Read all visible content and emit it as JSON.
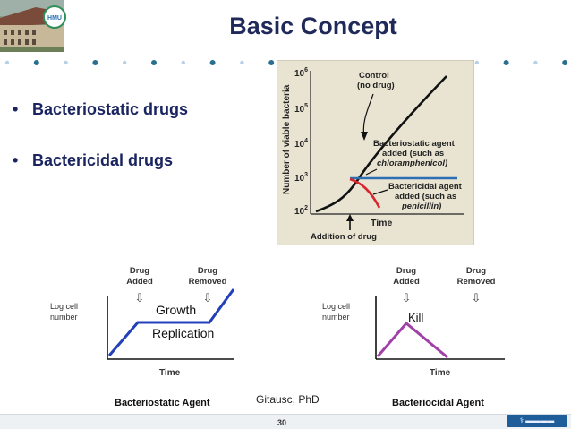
{
  "slide": {
    "title": "Basic Concept",
    "bullets": [
      "Bacteriostatic drugs",
      "Bactericidal drugs"
    ],
    "credit": "Gitausc, PhD",
    "page_number": "30",
    "logo_text": "HMU"
  },
  "figure_top": {
    "ylabel": "Number of viable bacteria",
    "xlabel": "Time",
    "yticks": [
      "10",
      "10",
      "10",
      "10",
      "10"
    ],
    "ytick_exponents": [
      "6",
      "5",
      "4",
      "3",
      "2"
    ],
    "control_label_1": "Control",
    "control_label_2": "(no drug)",
    "static_label_1": "Bacteriostatic agent",
    "static_label_2": "added (such as",
    "static_label_3": "chloramphenicol)",
    "cidal_label_1": "Bactericidal agent",
    "cidal_label_2": "added (such as",
    "cidal_label_3": "penicillin)",
    "addition_label": "Addition of drug",
    "colors": {
      "control": "#111111",
      "static": "#2c6fb4",
      "cidal": "#d8262e",
      "background": "#e9e4d2"
    }
  },
  "figure_static": {
    "drug_added": [
      "Drug",
      "Added"
    ],
    "drug_removed": [
      "Drug",
      "Removed"
    ],
    "ylabel": [
      "Log cell",
      "number"
    ],
    "xlabel": "Time",
    "growth": "Growth",
    "replication": "Replication",
    "caption": "Bacteriostatic Agent",
    "line_color": "#2340b8"
  },
  "figure_cidal": {
    "drug_added": [
      "Drug",
      "Added"
    ],
    "drug_removed": [
      "Drug",
      "Removed"
    ],
    "ylabel": [
      "Log cell",
      "number"
    ],
    "xlabel": "Time",
    "kill": "Kill",
    "caption": "Bacteriocidal Agent",
    "line_color": "#a040a8"
  }
}
